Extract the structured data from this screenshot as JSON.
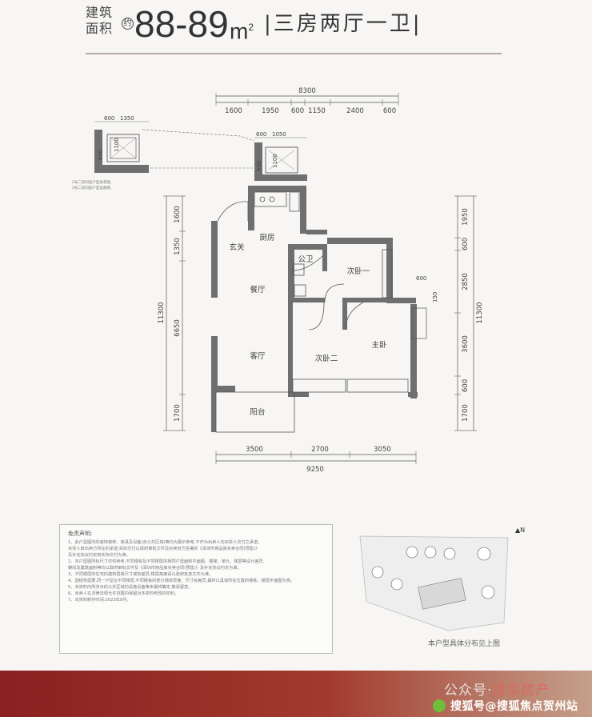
{
  "header": {
    "area_label_line1": "建筑",
    "area_label_line2": "面积",
    "approx": "约",
    "area_value": "88-89",
    "area_unit": "m",
    "area_unit_sup": "2",
    "layout_text": "|三房两厅一卫|"
  },
  "floorplan": {
    "dims_top": {
      "total": "8300",
      "segments": [
        "1600",
        "1950",
        "600",
        "1150",
        "2400",
        "600"
      ]
    },
    "dims_bottom": {
      "total": "9250",
      "segments": [
        "3500",
        "2700",
        "3050"
      ]
    },
    "dims_left": {
      "total": "11300",
      "segments": [
        "1600",
        "1350",
        "6650",
        "1700"
      ]
    },
    "dims_right": {
      "total": "11300",
      "segments": [
        "1950",
        "600",
        "2850",
        "3600",
        "600",
        "1700"
      ]
    },
    "inset_dims": [
      "600",
      "1350",
      "1100",
      "600"
    ],
    "inset2_dims": [
      "600",
      "1050",
      "1100",
      "600"
    ],
    "window_dims": [
      "600",
      "150"
    ],
    "inset_note_line1": "2号二房同层户型关系图,",
    "inset_note_line2": "3号二房同层户型设备图,",
    "rooms": {
      "entrance": "玄关",
      "kitchen": "厨房",
      "public_bath": "公卫",
      "second_bedroom_1": "次卧一",
      "dining": "餐厅",
      "living": "客厅",
      "second_bedroom_2": "次卧二",
      "master": "主卧",
      "balcony": "阳台"
    }
  },
  "disclaimer": {
    "title": "免责声明:",
    "items": [
      "1、此户型图内的装饰装修、家具及设备(含公共区域)等均为展示参考,不作为出卖人向买受人交付之承诺。",
      "买受人就出卖方所在的承诺,实际交付以政府审批文件及买卖双方签署的《深圳市商品房买卖合同(预售)》",
      "及补充协议约定和实际交付为准。",
      "2、本户型图所标尺寸仅供参考,不同楼栋及不同楼层的相同户型面积平面图、楼梯、单元、楼层等设计差异,",
      "朝向及建筑面积等均以政府审批文件及《深圳市商品房买卖合同(预售)》及补充协议约定为准。",
      "3、不同楼层的住宅的建筑层高尺寸或有差异,楼层高度请以政府批复文件为准。",
      "4、因结构需要,同一户型在不同楼层,不同楼栋的部分墙体厚度、尺寸有差异,最终以具体所在位置的楼栋、楼层平面图为准。",
      "5、本资料内所涉示的公共区域的设施设备等未最终确定,敬请留意。",
      "6、出卖人在法律法规允许范围内保留对本资料修改的权利。",
      "7、本资料制作时间:2023年8月。"
    ]
  },
  "site_plan": {
    "caption": "本户型具体分布见上图",
    "north": "N"
  },
  "footer": {
    "watermark_top": "公众号·",
    "watermark_top_bold": "建军房产",
    "watermark_bottom": "搜狐号@搜狐焦点贺州站"
  },
  "colors": {
    "wall": "#6f6f6f",
    "footer_dark": "#8a2020",
    "footer_light": "#c5a08a",
    "dim_line": "#555555"
  }
}
